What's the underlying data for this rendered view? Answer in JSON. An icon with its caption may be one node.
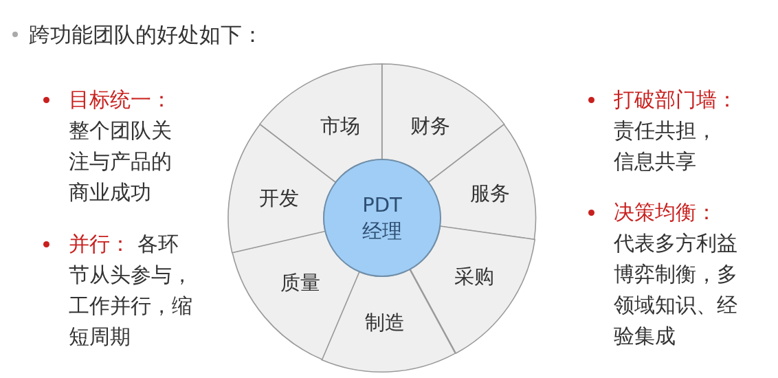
{
  "diagram": {
    "title": "跨功能团队的好处如下：",
    "nodes": [
      {
        "text": [
          "市场"
        ]
      },
      {
        "text": [
          "财务"
        ]
      },
      {
        "text": [
          "服务"
        ]
      },
      {
        "text": [
          "采购"
        ]
      },
      {
        "text": [
          "制造"
        ]
      },
      {
        "text": [
          "质量"
        ]
      },
      {
        "text": [
          "开发"
        ]
      },
      {
        "text": [
          "PDT 经理"
        ]
      }
    ],
    "labels": [
      "目标统一：",
      "整个团队关注与产品的商业成功",
      "并行：",
      "各环节从头参与，工作并行，缩短周期",
      "打破部门墙：",
      "责任共担，信息共享",
      "决策均衡：",
      "代表多方利益博弈制衡，多领域知识、经验集成"
    ]
  }
}
